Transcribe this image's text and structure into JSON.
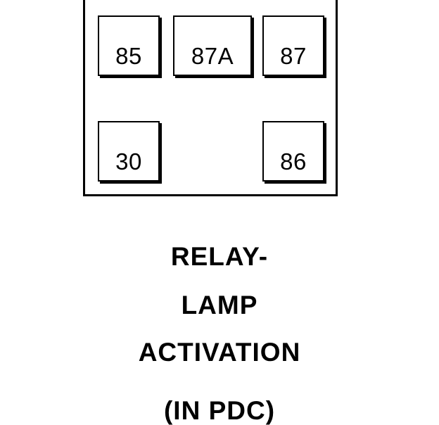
{
  "diagram": {
    "pins": {
      "pin_85": "85",
      "pin_87a": "87A",
      "pin_87": "87",
      "pin_30": "30",
      "pin_86": "86"
    },
    "caption": {
      "line1": "RELAY-",
      "line2": "LAMP",
      "line3": "ACTIVATION",
      "line4": "(IN PDC)"
    },
    "colors": {
      "line": "#000000",
      "background": "#ffffff"
    }
  }
}
